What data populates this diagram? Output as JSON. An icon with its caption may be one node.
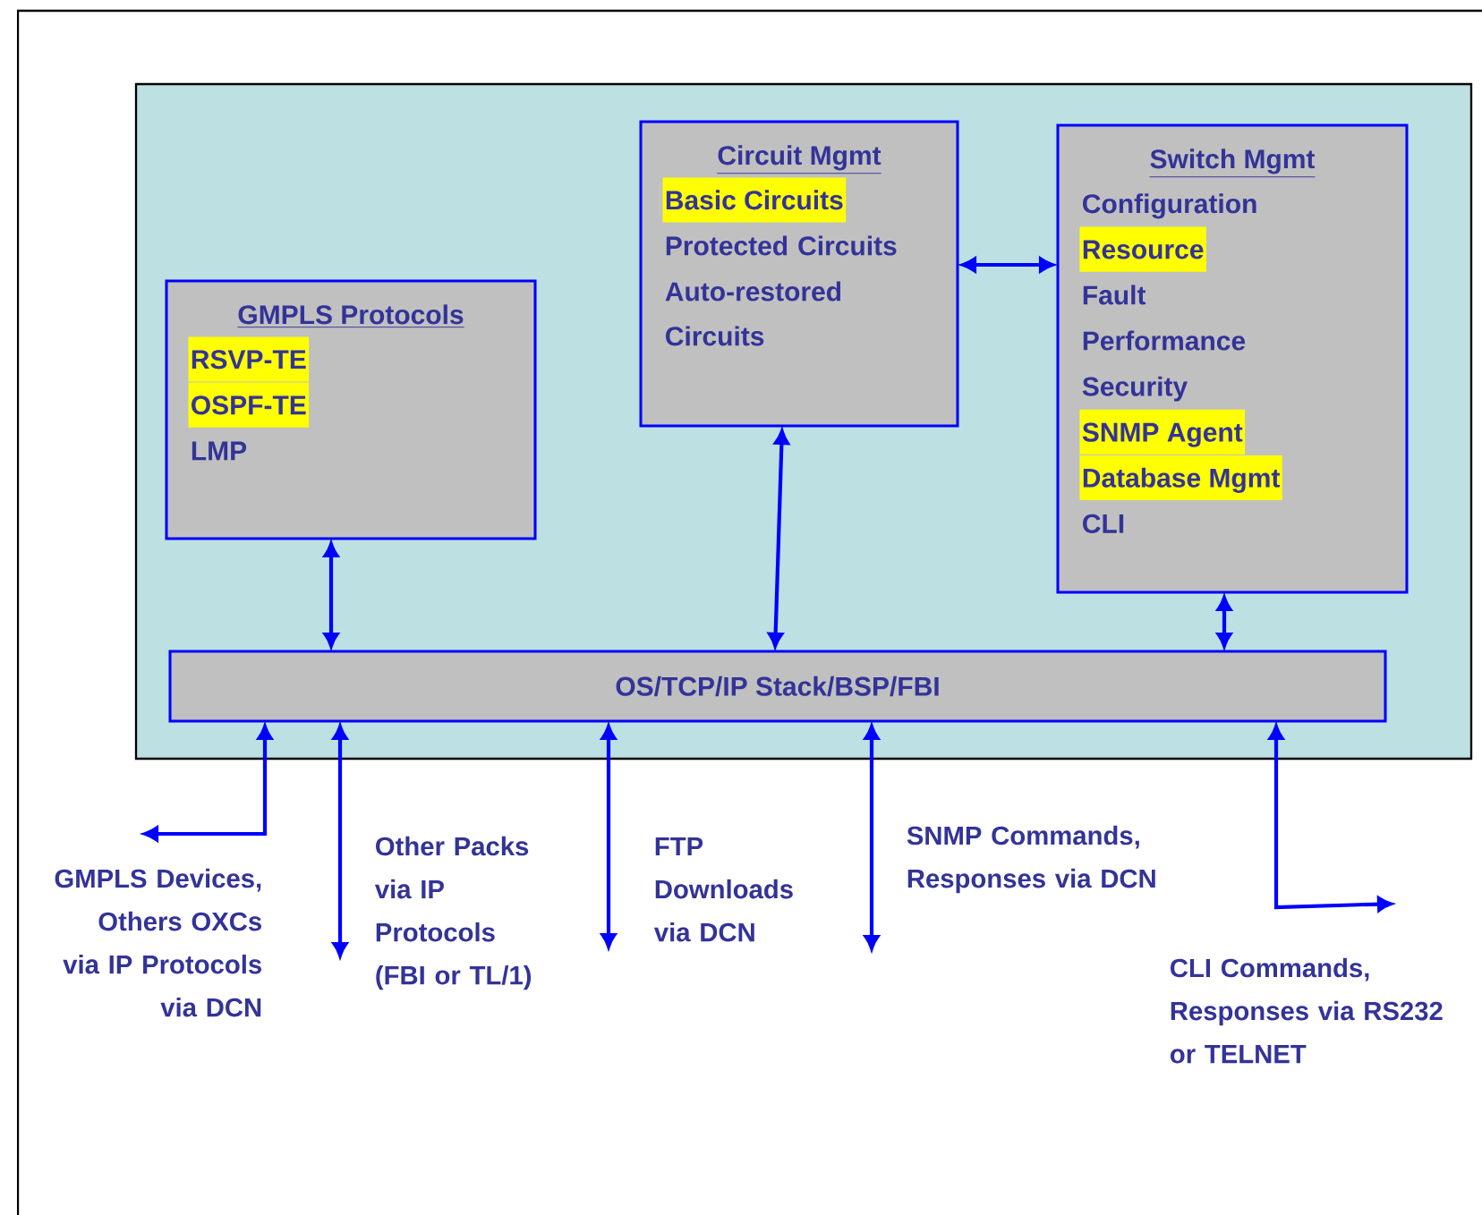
{
  "diagram": {
    "nodes": [
      {
        "text": [],
        "shape": "box"
      },
      {
        "text": [
          "GMPLS Protocols",
          "RSVP-TE",
          "OSPF-TE",
          "LMP"
        ],
        "in": 0
      },
      {
        "text": [
          "Circuit Mgmt",
          "Basic Circuits",
          "Protected Circuits",
          "Auto-restored Circuits"
        ],
        "in": 0
      },
      {
        "text": [
          "Switch Mgmt",
          "Configuration",
          "Resource",
          "Fault",
          "Performance",
          "Security",
          "SNMP Agent",
          "Database Mgmt",
          "CLI"
        ],
        "in": 0
      },
      {
        "text": [
          "OS/TCP/IP Stack/BSP/FBI"
        ],
        "in": 0
      }
    ],
    "edges": [
      {
        "from": 1,
        "to": 4,
        "arrow": "both"
      },
      {
        "from": 2,
        "to": 4,
        "arrow": "both"
      },
      {
        "from": 3,
        "to": 4,
        "arrow": "both"
      },
      {
        "from": 2,
        "to": 3,
        "arrow": "both"
      },
      {
        "from": 4,
        "to": null,
        "arrow": "both"
      },
      {
        "from": 4,
        "to": null,
        "arrow": "both"
      },
      {
        "from": 4,
        "to": null,
        "arrow": "both"
      },
      {
        "from": 4,
        "to": null,
        "arrow": "both"
      },
      {
        "from": 4,
        "to": null,
        "arrow": "both"
      }
    ],
    "labels": [
      "GMPLS Devices, Others OXCs via IP Protocols via DCN",
      "Other Packs via IP Protocols (FBI or TL/1)",
      "FTP Downloads via DCN",
      "SNMP Commands, Responses via DCN",
      "CLI Commands, Responses via RS232 or TELNET"
    ]
  }
}
